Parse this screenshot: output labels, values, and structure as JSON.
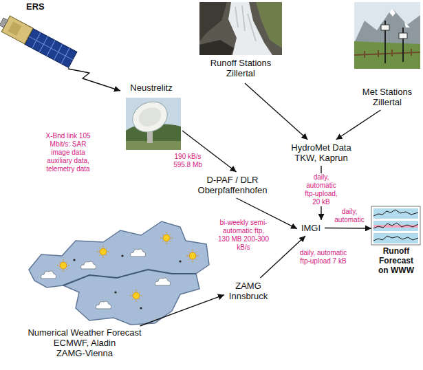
{
  "diagram": {
    "nodes": [
      {
        "text": [
          "ERS"
        ]
      },
      {
        "text": [
          "Runoff Stations Zillertal"
        ]
      },
      {
        "text": [
          "Met Stations Zillertal"
        ]
      },
      {
        "text": [
          "Neustrelitz"
        ]
      },
      {
        "text": [
          "HydroMet Data",
          "TKW, Kaprun"
        ]
      },
      {
        "text": [
          "D-PAF / DLR Oberpfaffenhofen"
        ]
      },
      {
        "text": [
          "IMGI"
        ]
      },
      {
        "text": [
          "Runoff Forecast on WWW"
        ]
      },
      {
        "text": [
          "ZAMG Innsbruck"
        ]
      },
      {
        "text": [
          "Numerical Weather Forecast",
          "ECMWF, Aladin",
          "ZAMG-Vienna"
        ]
      }
    ],
    "edges": [
      {
        "from": 0,
        "to": 3,
        "arrow": "to",
        "label": "X-Bnd link 105 Mbit/s: SAR image data auxiliary data, telemetry data"
      },
      {
        "from": 3,
        "to": 5,
        "arrow": "to",
        "label": "190 kB/s 595.8 Mb"
      },
      {
        "from": 1,
        "to": 4,
        "arrow": "to"
      },
      {
        "from": 2,
        "to": 4,
        "arrow": "to"
      },
      {
        "from": 4,
        "to": 6,
        "arrow": "to",
        "label": "daily, automatic ftp-upload, 20 kB"
      },
      {
        "from": 5,
        "to": 6,
        "arrow": "to",
        "label": "bi-weekly semi-automatic ftp, 130 MB 200-300 kB/s"
      },
      {
        "from": 8,
        "to": 6,
        "arrow": "to",
        "label": "daily, automatic ftp-upload 7 kB"
      },
      {
        "from": 9,
        "to": 8,
        "arrow": "to"
      },
      {
        "from": 6,
        "to": 7,
        "arrow": "to",
        "label": "daily, automatic"
      }
    ]
  }
}
